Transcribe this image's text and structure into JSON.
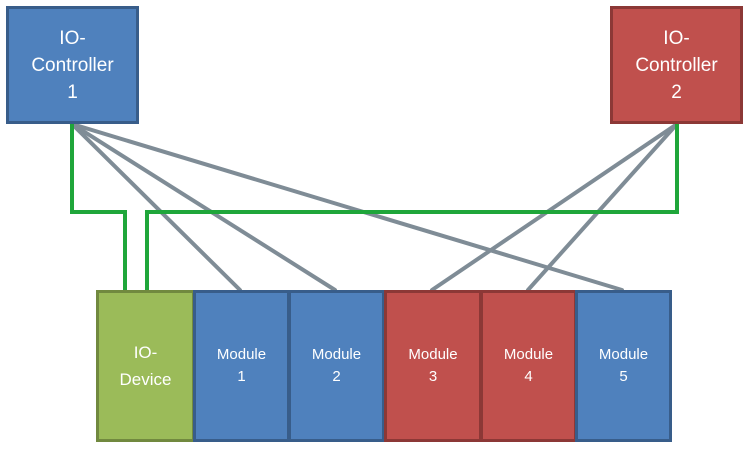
{
  "controllers": [
    {
      "label": "IO-\nController\n1",
      "color": "#4f81bd"
    },
    {
      "label": "IO-\nController\n2",
      "color": "#c0504d"
    }
  ],
  "device": {
    "label": "IO-\nDevice",
    "color": "#9bbb59"
  },
  "modules": [
    {
      "label": "Module\n1",
      "color": "#4f81bd"
    },
    {
      "label": "Module\n2",
      "color": "#4f81bd"
    },
    {
      "label": "Module\n3",
      "color": "#c0504d"
    },
    {
      "label": "Module\n4",
      "color": "#c0504d"
    },
    {
      "label": "Module\n5",
      "color": "#4f81bd"
    }
  ],
  "connection_colors": {
    "network": "#1fa63a",
    "logical": "#7f8c96"
  }
}
